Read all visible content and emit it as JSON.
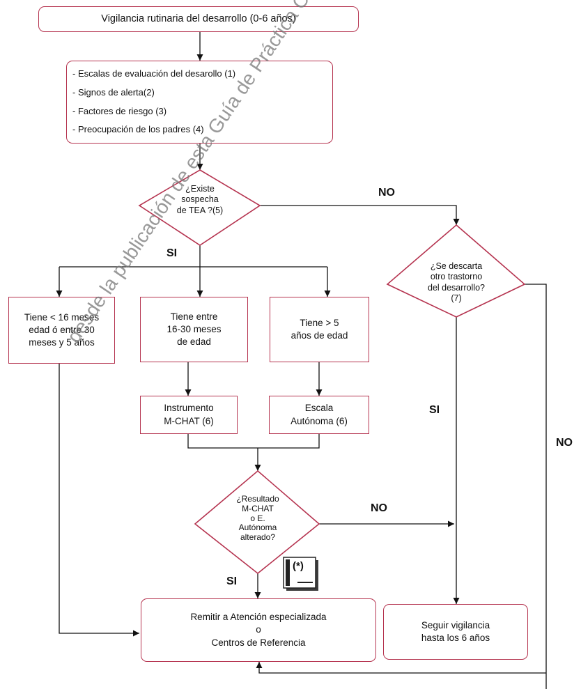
{
  "start_box": "Vigilancia rutinaria del desarrollo (0-6 años)",
  "assessment_items": [
    "- Escalas de evaluación del desarollo (1)",
    "- Signos de alerta(2)",
    "- Factores de riesgo (3)",
    "- Preocupación de los padres (4)"
  ],
  "decision_tea": [
    "¿Existe",
    "sospecha",
    "de TEA ?(5)"
  ],
  "decision_other": [
    "¿Se descarta",
    "otro trastorno",
    "del desarrollo?",
    "(7)"
  ],
  "age_under16": [
    "Tiene < 16 meses",
    "edad ó entre 30",
    "meses y 5 años"
  ],
  "age_16_30": [
    "Tiene entre",
    "16-30 meses",
    "de edad"
  ],
  "age_over5": [
    "Tiene > 5",
    "años de edad"
  ],
  "mchat_box": [
    "Instrumento",
    "M-CHAT (6)"
  ],
  "autonoma_box": [
    "Escala",
    "Autónoma (6)"
  ],
  "decision_result": [
    "¿Resultado",
    "M-CHAT",
    "o E.",
    "Autónoma",
    "alterado?"
  ],
  "refer_box": [
    "Remitir a Atención especializada",
    "o",
    "Centros de Referencia"
  ],
  "follow_box": [
    "Seguir vigilancia",
    "hasta los 6 años"
  ],
  "labels": {
    "no_tea": "NO",
    "si_tea": "SI",
    "si_other": "SI",
    "no_other": "NO",
    "no_result": "NO",
    "si_result": "SI"
  },
  "doc_icon_text": "(*)",
  "watermark": "desde la publicación de esta Guía de Práctica Clínica y está pendiente"
}
